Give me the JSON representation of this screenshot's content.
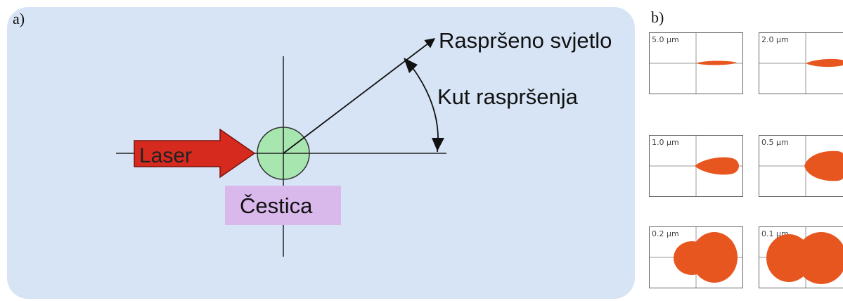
{
  "panel_a": {
    "letter": "a)",
    "scattered_light_label": "Raspršeno svjetlo",
    "scattering_angle_label": "Kut raspršenja",
    "laser_label": "Laser",
    "particle_label": "Čestica"
  },
  "panel_b": {
    "letter": "b)",
    "patterns": [
      {
        "size_label": "5.0 µm"
      },
      {
        "size_label": "2.0 µm"
      },
      {
        "size_label": "1.0 µm"
      },
      {
        "size_label": "0.5 µm"
      },
      {
        "size_label": "0.2 µm"
      },
      {
        "size_label": "0.1 µm"
      }
    ]
  },
  "colors": {
    "panel_background": "#d6e4f5",
    "laser_arrow": "#d62a1e",
    "particle_fill": "#a8e6b0",
    "particle_label_background": "#d9b8ec",
    "scatter_pattern": "#e8561f"
  }
}
